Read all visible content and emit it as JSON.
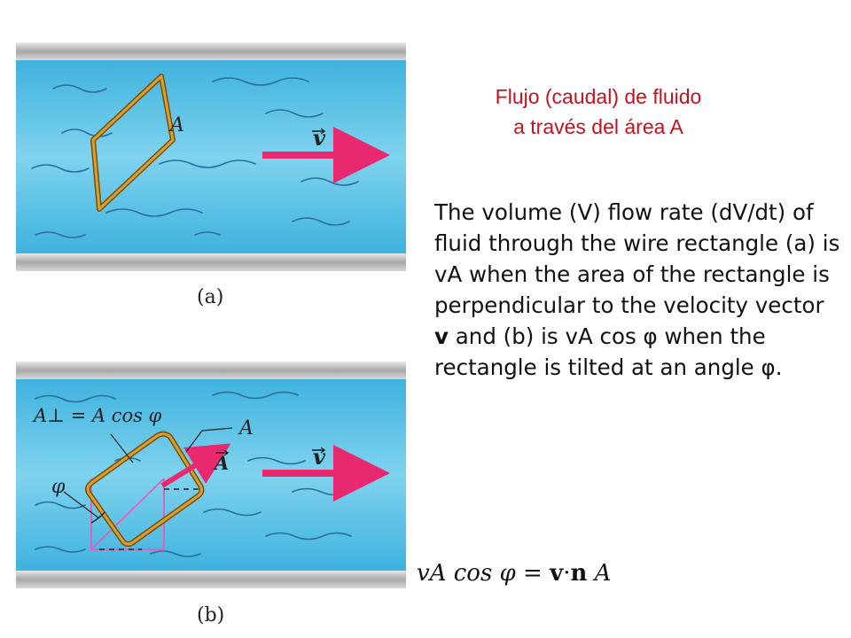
{
  "title": {
    "line1": "Flujo (caudal) de fluido",
    "line2": "a través del área A"
  },
  "body": {
    "part1": "The volume (V) flow rate (dV/dt) of fluid through the wire rectangle (a) is vA when the area of the rectangle is perpendicular to the velocity vector ",
    "bold_v": "v",
    "part2": " and (b) is vA cos ",
    "phi1": "φ",
    "part3": " when the rectangle is tilted at an angle ",
    "phi2": "φ",
    "part4": "."
  },
  "figure_a": {
    "caption": "(a)",
    "area_label": "A",
    "velocity_label": "v"
  },
  "figure_b": {
    "caption": "(b)",
    "perp_label": "A⊥ = A cos φ",
    "area_label": "A",
    "area_vector_label": "A",
    "velocity_label": "v",
    "angle_label": "φ"
  },
  "formula": {
    "lhs": "vA cos φ = ",
    "v": "v",
    "dot": "·",
    "n": "n",
    "rhs": " A"
  },
  "colors": {
    "water": "#5ec4e6",
    "pipe": "#b8b8b8",
    "arrow": "#e8286f",
    "wire": "#c08a1e",
    "title": "#c0141e",
    "projection": "#e060c0"
  }
}
